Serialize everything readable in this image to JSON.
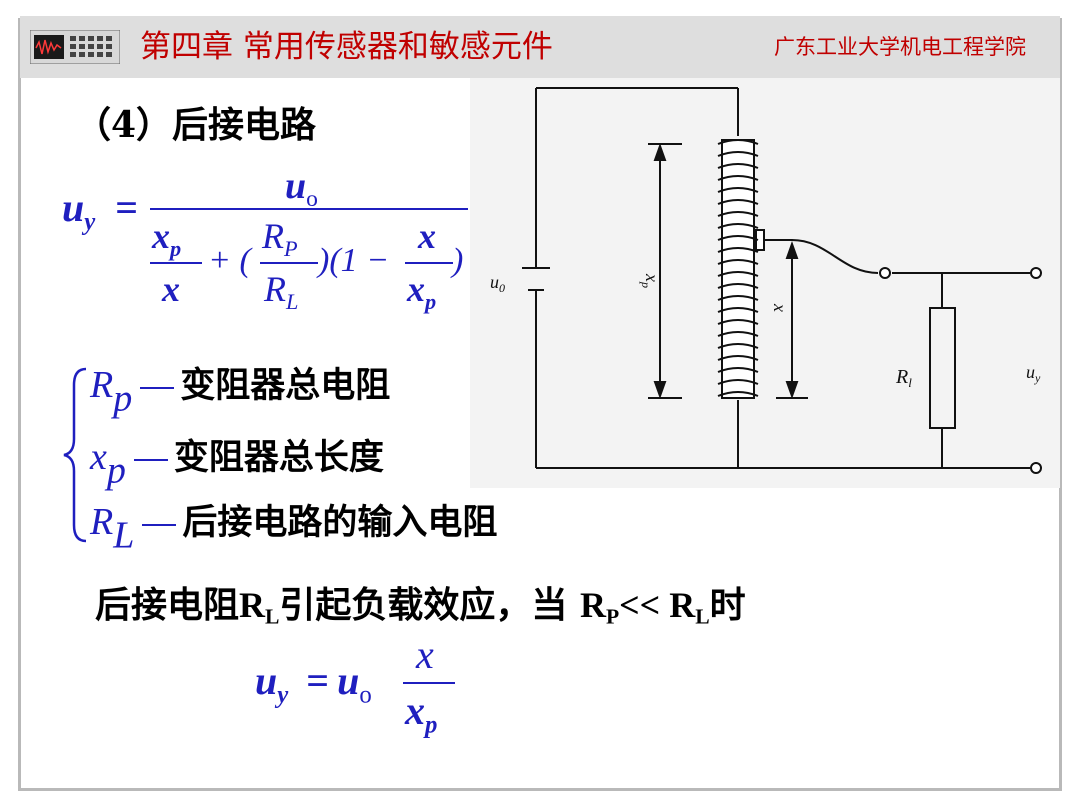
{
  "header": {
    "title": "第四章 常用传感器和敏感元件",
    "school": "广东工业大学机电工程学院"
  },
  "section_title": "（4）后接电路",
  "formula_main": {
    "lhs": "u",
    "lhs_sub": "y",
    "eq": "=",
    "numerator": "u",
    "numerator_sub": "o",
    "den_xp": "x",
    "den_xp_sub": "p",
    "den_x": "x",
    "plus_open": "+ (",
    "rp": "R",
    "rp_sub": "P",
    "rl": "R",
    "rl_sub": "L",
    "mid": ")(1 −",
    "frac_x": "x",
    "frac_xp": "x",
    "frac_xp_sub": "p",
    "close": ")"
  },
  "legend": [
    {
      "symbol": "R",
      "sub": "p",
      "desc": "变阻器总电阻"
    },
    {
      "symbol": "x",
      "sub": "p",
      "desc": "变阻器总长度"
    },
    {
      "symbol": "R",
      "sub": "L",
      "desc": "后接电路的输入电阻"
    }
  ],
  "note": {
    "t1": "后接电阻",
    "r1": "R",
    "r1_sub": "L",
    "t2": "引起负载效应，当 ",
    "r2": "R",
    "r2_sub": "P",
    "t3": "<< ",
    "r3": "R",
    "r3_sub": "L",
    "t4": "时"
  },
  "formula_simple": {
    "lhs": "u",
    "lhs_sub": "y",
    "eq": "=",
    "u": "u",
    "u_sub": "o",
    "num": "x",
    "den": "x",
    "den_sub": "p"
  },
  "circuit": {
    "label_u0": "u",
    "label_u0_sub": "0",
    "label_xp": "x",
    "label_xp_sub": "p",
    "label_x": "x",
    "label_rl": "R",
    "label_rl_sub": "l",
    "label_uy": "u",
    "label_uy_sub": "y"
  }
}
